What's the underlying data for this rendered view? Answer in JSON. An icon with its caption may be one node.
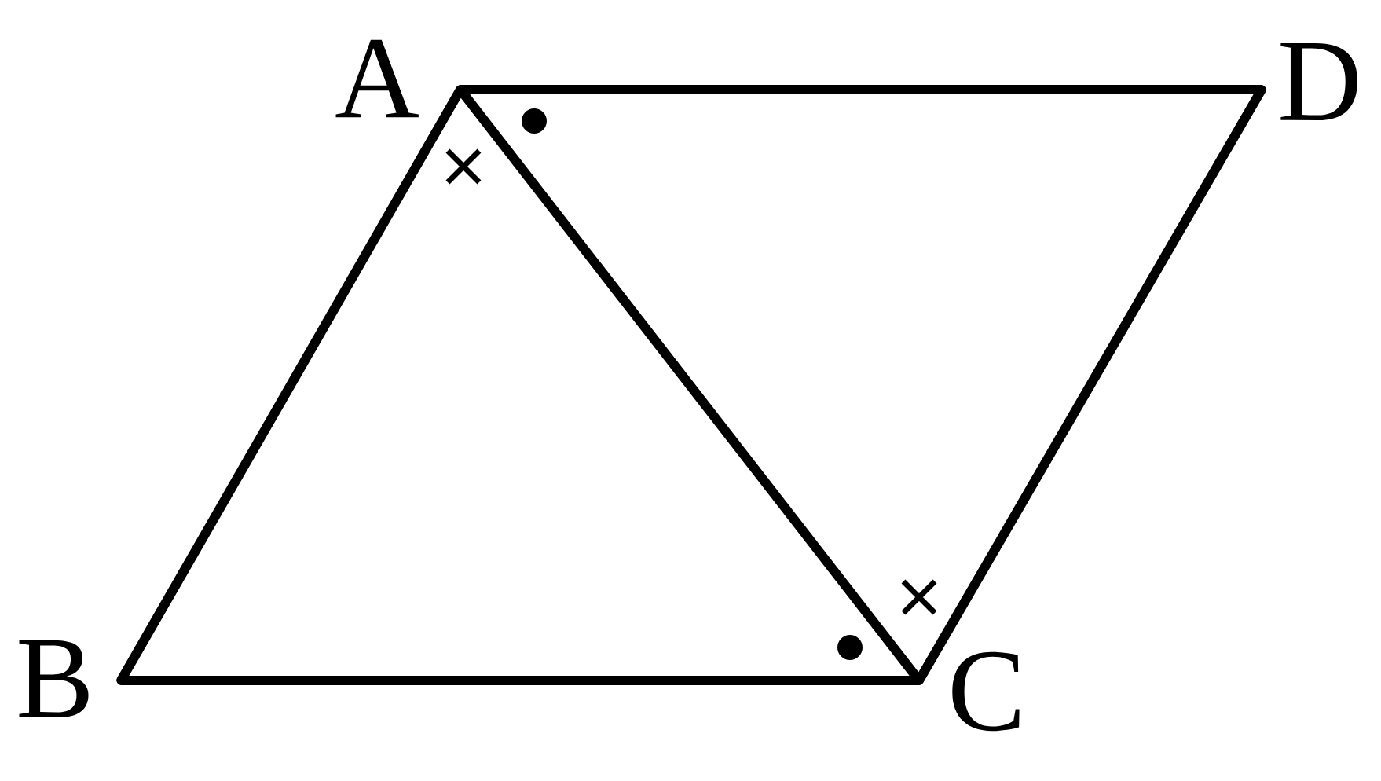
{
  "diagram": {
    "nodes": [
      {
        "text": [
          "A"
        ]
      },
      {
        "text": [
          "B"
        ]
      },
      {
        "text": [
          "C"
        ]
      },
      {
        "text": [
          "D"
        ]
      }
    ],
    "edges": [
      {
        "from": 0,
        "to": 3,
        "arrow": "none"
      },
      {
        "from": 0,
        "to": 1,
        "arrow": "none"
      },
      {
        "from": 1,
        "to": 2,
        "arrow": "none"
      },
      {
        "from": 2,
        "to": 3,
        "arrow": "none"
      },
      {
        "from": 0,
        "to": 2,
        "arrow": "none"
      }
    ]
  }
}
